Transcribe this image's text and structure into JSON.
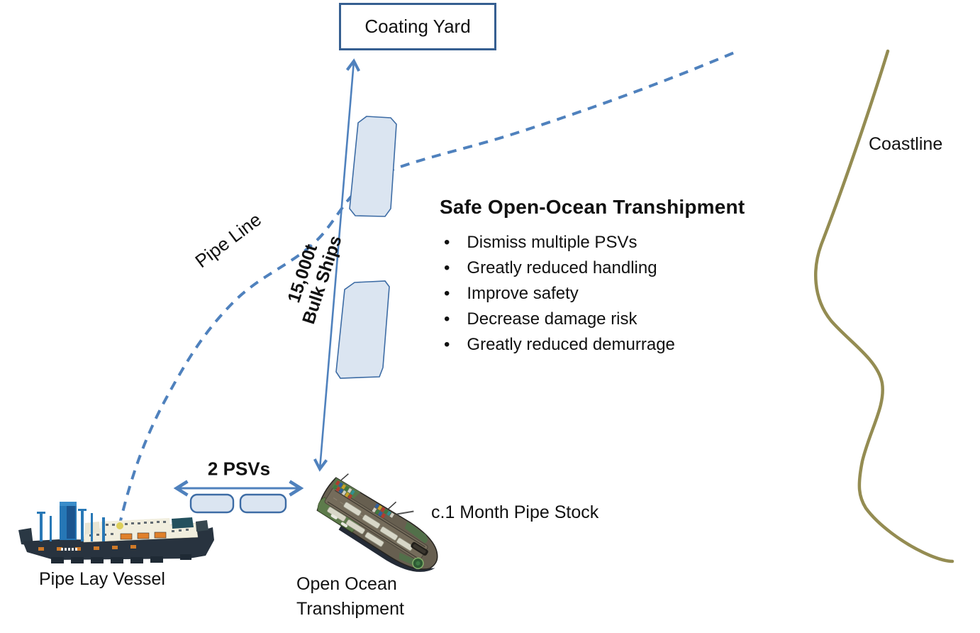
{
  "diagram": {
    "coating_yard": "Coating Yard",
    "pipe_line_label": "Pipe Line",
    "bulk_arrow_label_line1": "15,000t",
    "bulk_arrow_label_line2": "Bulk Ships",
    "coastline_label": "Coastline",
    "psv_arrow_label": "2 PSVs",
    "pipe_stock_label": "c.1 Month Pipe Stock",
    "pipe_lay_vessel_label": "Pipe Lay Vessel",
    "transhipment_label_line1": "Open Ocean",
    "transhipment_label_line2": "Transhipment"
  },
  "benefits": {
    "title": "Safe Open-Ocean Transhipment",
    "items": [
      "Dismiss multiple PSVs",
      "Greatly reduced handling",
      "Improve safety",
      "Decrease damage risk",
      "Greatly reduced demurrage"
    ]
  },
  "colors": {
    "accent_blue": "#4f81bd",
    "box_border_blue": "#365f91",
    "shape_fill_blue": "#dbe5f1",
    "shape_stroke_blue": "#3d6ca5",
    "coastline_olive": "#948c52",
    "text_black": "#111111"
  }
}
